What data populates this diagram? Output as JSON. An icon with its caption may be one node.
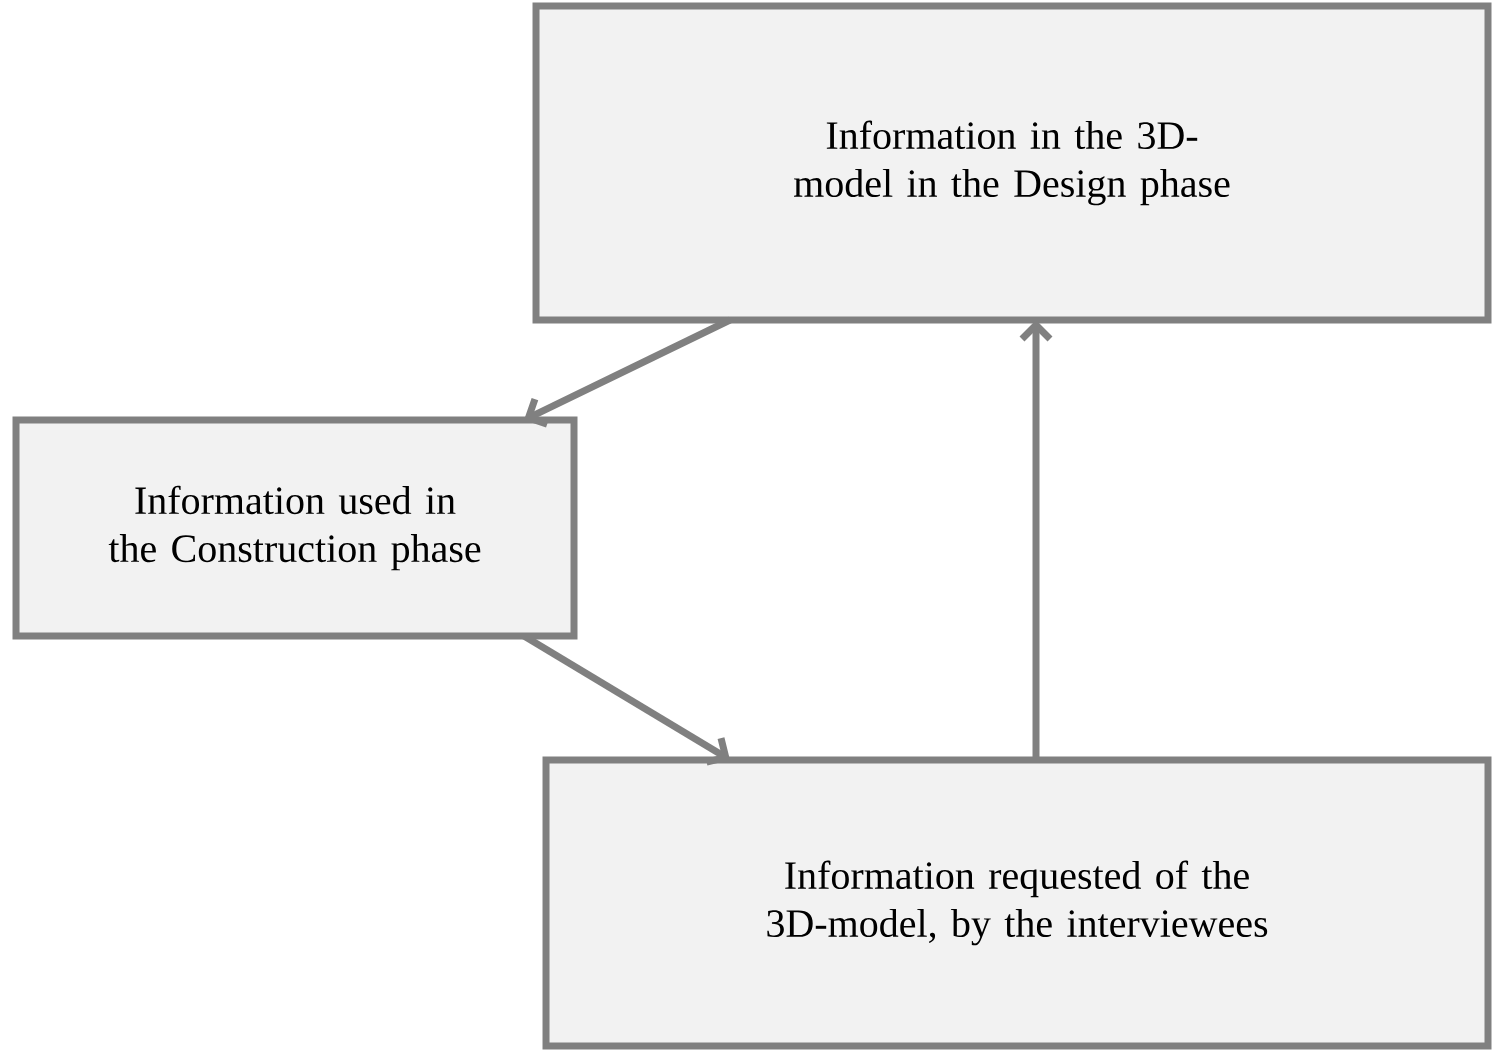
{
  "diagram": {
    "nodes": [
      {
        "text": [
          "Information in the 3D-model in the Design phase"
        ]
      },
      {
        "text": [
          "Information used in the Construction phase"
        ]
      },
      {
        "text": [
          "Information requested of the 3D-model, by the interviewees"
        ]
      }
    ],
    "edges": [
      {
        "from": 0,
        "to": 1,
        "arrow": "to"
      },
      {
        "from": 1,
        "to": 2,
        "arrow": "to"
      },
      {
        "from": 2,
        "to": 0,
        "arrow": "to"
      }
    ]
  }
}
